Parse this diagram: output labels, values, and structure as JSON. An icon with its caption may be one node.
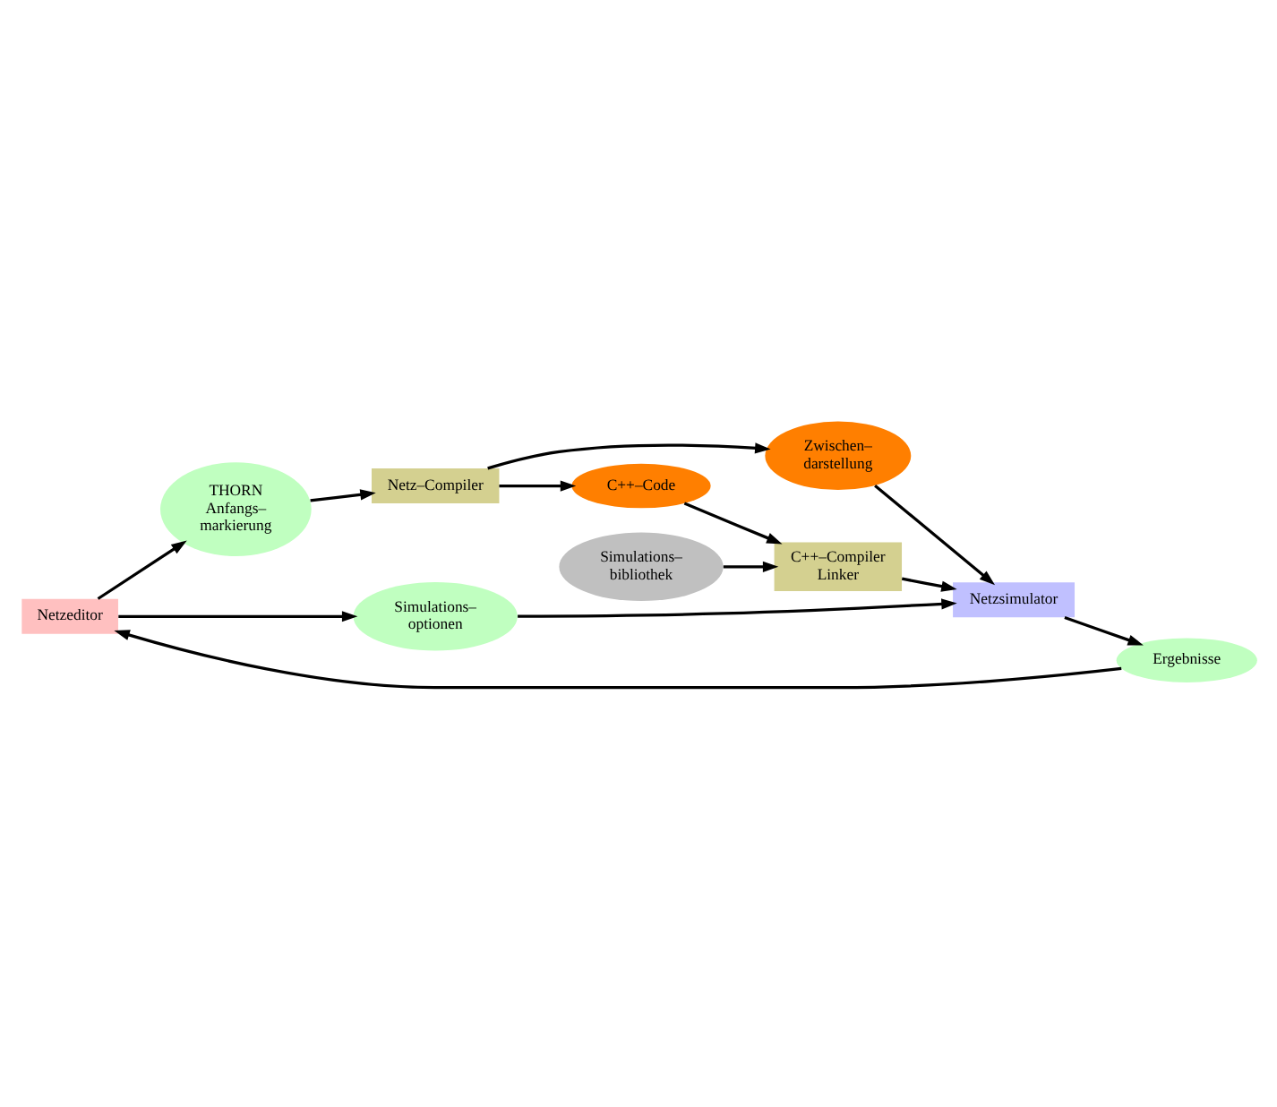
{
  "diagram": {
    "nodes": [
      {
        "text": [
          "Netzeditor"
        ]
      },
      {
        "text": [
          "Ergebnisse"
        ]
      },
      {
        "text": [
          "Netzsimulator"
        ]
      },
      {
        "text": [
          "THORN",
          "Anfangs– markierung"
        ]
      },
      {
        "text": [
          "Simulations– optionen"
        ]
      },
      {
        "text": [
          "Netz–Compiler"
        ]
      },
      {
        "text": [
          "Zwischen– darstellung"
        ]
      },
      {
        "text": [
          "C++–Code"
        ]
      },
      {
        "text": [
          "C++–Compiler Linker"
        ]
      },
      {
        "text": [
          "Simulations– bibliothek"
        ]
      }
    ],
    "edges": [
      {
        "from": 1,
        "to": 0,
        "arrow": "to"
      },
      {
        "from": 2,
        "to": 1,
        "arrow": "to"
      },
      {
        "from": 0,
        "to": 3,
        "arrow": "to"
      },
      {
        "from": 0,
        "to": 4,
        "arrow": "to"
      },
      {
        "from": 4,
        "to": 2,
        "arrow": "to"
      },
      {
        "from": 3,
        "to": 5,
        "arrow": "to"
      },
      {
        "from": 5,
        "to": 6,
        "arrow": "to"
      },
      {
        "from": 5,
        "to": 7,
        "arrow": "to"
      },
      {
        "from": 6,
        "to": 2,
        "arrow": "to"
      },
      {
        "from": 7,
        "to": 8,
        "arrow": "to"
      },
      {
        "from": 9,
        "to": 8,
        "arrow": "to"
      },
      {
        "from": 8,
        "to": 2,
        "arrow": "to"
      }
    ]
  }
}
